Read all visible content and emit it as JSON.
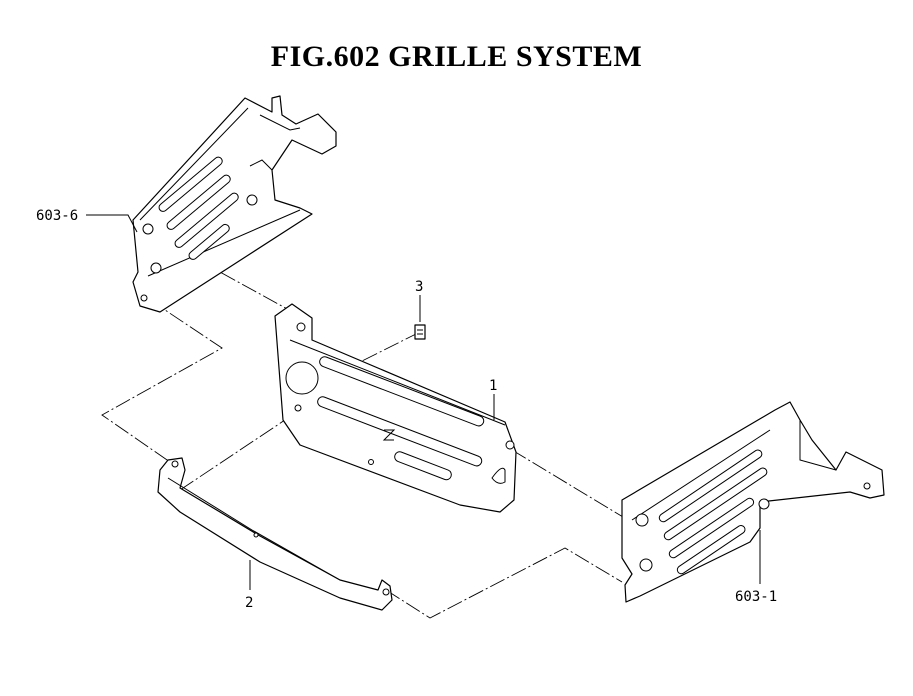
{
  "title": "FIG.602  GRILLE SYSTEM",
  "callouts": {
    "c603_6": "603-6",
    "c3": "3",
    "c1": "1",
    "c2": "2",
    "c603_1": "603-1"
  }
}
